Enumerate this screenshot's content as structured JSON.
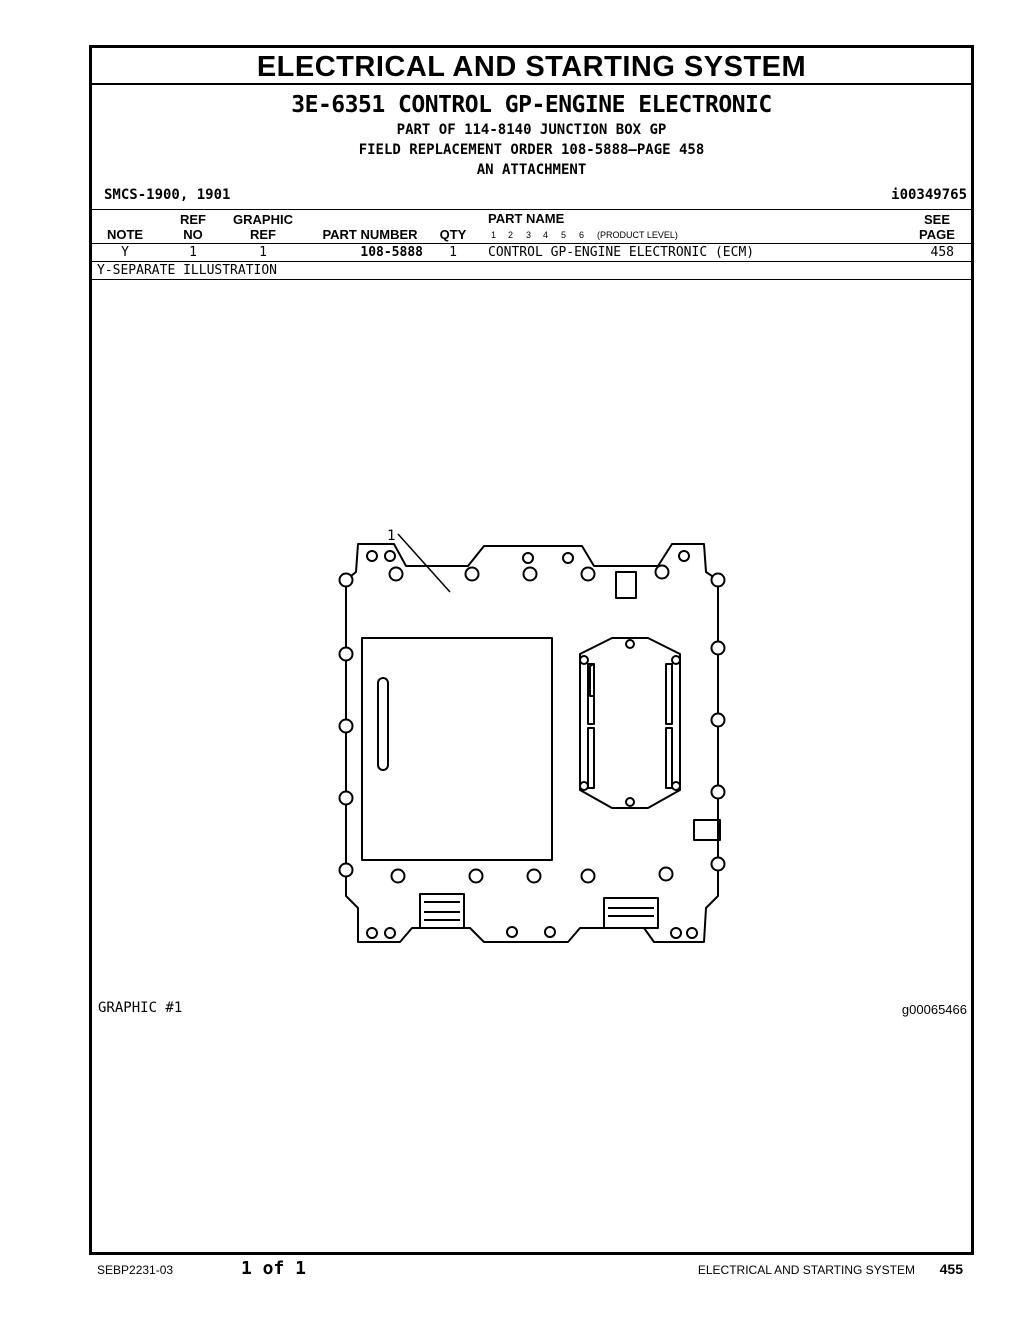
{
  "header": {
    "title": "ELECTRICAL AND STARTING SYSTEM",
    "group_title": "3E-6351 CONTROL GP-ENGINE ELECTRONIC",
    "part_of": "PART OF 114-8140 JUNCTION BOX GP",
    "field_order": "FIELD REPLACEMENT ORDER 108-5888—PAGE 458",
    "attachment": "AN ATTACHMENT",
    "smcs": "SMCS-1900, 1901",
    "doc_id": "i00349765"
  },
  "table": {
    "columns": {
      "note": "NOTE",
      "ref_top": "REF",
      "ref_bottom": "NO",
      "graphic_top": "GRAPHIC",
      "graphic_bottom": "REF",
      "part_number": "PART NUMBER",
      "qty": "QTY",
      "part_name": "PART NAME",
      "see_top": "SEE",
      "see_bottom": "PAGE"
    },
    "product_levels": [
      "1",
      "2",
      "3",
      "4",
      "5",
      "6"
    ],
    "product_level_label": "(PRODUCT LEVEL)",
    "rows": [
      {
        "note": "Y",
        "ref_no": "1",
        "graphic_ref": "1",
        "part_number": "108-5888",
        "qty": "1",
        "part_name": "CONTROL GP-ENGINE ELECTRONIC (ECM)",
        "see_page": "458"
      }
    ],
    "footnote": "Y-SEPARATE ILLUSTRATION"
  },
  "graphic": {
    "callout": "1",
    "label": "GRAPHIC #1",
    "id": "g00065466"
  },
  "footer": {
    "doc_number": "SEBP2231-03",
    "page_of": "1 of 1",
    "section": "ELECTRICAL AND STARTING SYSTEM",
    "page_number": "455"
  }
}
